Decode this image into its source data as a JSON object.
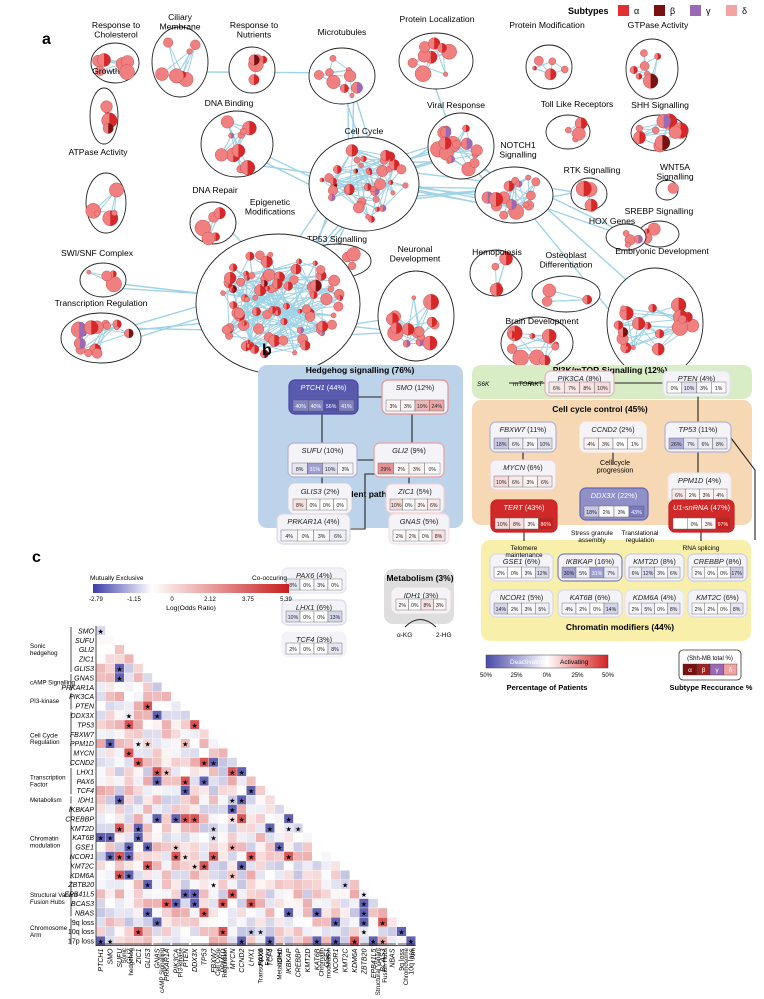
{
  "panel_letters": {
    "a": "a",
    "b": "b",
    "c": "c"
  },
  "subtypes_legend": {
    "title": "Subtypes",
    "items": [
      {
        "label": "α",
        "color": "#e03030"
      },
      {
        "label": "β",
        "color": "#7a1010"
      },
      {
        "label": "γ",
        "color": "#9b6ab5"
      },
      {
        "label": "δ",
        "color": "#f4a3a3"
      }
    ]
  },
  "colors": {
    "node_fill": "#f08080",
    "node_dark": "#d62828",
    "edge": "#9fd3e6",
    "cluster_stroke": "#222222",
    "deactivating": "#4a4aa8",
    "activating": "#d42424",
    "hedgehog_bg": "#bcd3ea",
    "pi3k_bg": "#d8ecc6",
    "cellcycle_bg": "#f6d9b4",
    "chromatin_bg": "#f7efaa",
    "metabolism_bg": "#dedede"
  },
  "network_clusters": [
    {
      "id": "response-to-cholesterol",
      "label": "Response to\nCholesterol"
    },
    {
      "id": "ciliary-membrane",
      "label": "Ciliary\nMembrane"
    },
    {
      "id": "response-to-nutrients",
      "label": "Response to\nNutrients"
    },
    {
      "id": "microtubules",
      "label": "Microtubules"
    },
    {
      "id": "protein-localization",
      "label": "Protein Localization"
    },
    {
      "id": "protein-modification",
      "label": "Protein Modification"
    },
    {
      "id": "gtpase-activity",
      "label": "GTPase Activity"
    },
    {
      "id": "growth",
      "label": "Growth"
    },
    {
      "id": "dna-binding",
      "label": "DNA Binding"
    },
    {
      "id": "viral-response",
      "label": "Viral Response"
    },
    {
      "id": "toll-like-receptors",
      "label": "Toll Like Receptors"
    },
    {
      "id": "cell-cycle",
      "label": "Cell Cycle"
    },
    {
      "id": "shh-signalling",
      "label": "SHH Signalling"
    },
    {
      "id": "notch1-signalling",
      "label": "NOTCH1\nSignalling"
    },
    {
      "id": "rtk-signalling",
      "label": "RTK Signalling"
    },
    {
      "id": "wnt5a-signalling",
      "label": "WNT5A\nSignalling"
    },
    {
      "id": "atpase-activity",
      "label": "ATPase Activity"
    },
    {
      "id": "dna-repair",
      "label": "DNA Repair"
    },
    {
      "id": "srebp-signalling",
      "label": "SREBP Signalling"
    },
    {
      "id": "tp53-signalling",
      "label": "TP53 Signalling"
    },
    {
      "id": "hox-genes",
      "label": "HOX Genes"
    },
    {
      "id": "epigenetic-modifications",
      "label": "Epigenetic\nModifications"
    },
    {
      "id": "swi-snf-complex",
      "label": "SWI/SNF Complex"
    },
    {
      "id": "hemopoiesis",
      "label": "Hemopoiesis"
    },
    {
      "id": "osteoblast-differentiation",
      "label": "Osteoblast\nDifferentiation"
    },
    {
      "id": "neuronal-development",
      "label": "Neuronal\nDevelopment"
    },
    {
      "id": "embryonic-development",
      "label": "Embryonic Development"
    },
    {
      "id": "transcription-regulation",
      "label": "Transcription Regulation"
    },
    {
      "id": "brain-development",
      "label": "Brain Development"
    }
  ],
  "pathway_groups": [
    {
      "id": "hedgehog",
      "title": "Hedgehog signalling (76%)"
    },
    {
      "id": "pi3k",
      "title": "PI3K/mTOR Signalling (12%)"
    },
    {
      "id": "cellcycle",
      "title": "Cell cycle control (45%)"
    },
    {
      "id": "camp",
      "title": "cAMP-dependent pathway (8%)"
    },
    {
      "id": "chromatin",
      "title": "Chromatin modifiers (44%)"
    },
    {
      "id": "metabolism",
      "title": "Metabolism (3%)"
    }
  ],
  "gene_boxes": [
    {
      "id": "ptch1",
      "gene": "PTCH1",
      "pct": "(44%)",
      "cells": [
        "40%",
        "40%",
        "56%",
        "41%"
      ],
      "strength": -0.9
    },
    {
      "id": "smo",
      "gene": "SMO",
      "pct": "(12%)",
      "cells": [
        "3%",
        "3%",
        "19%",
        "24%"
      ],
      "strength": 0.35
    },
    {
      "id": "sufu",
      "gene": "SUFU",
      "pct": "(10%)",
      "cells": [
        "8%",
        "31%",
        "10%",
        "3%"
      ],
      "strength": -0.3
    },
    {
      "id": "gli2",
      "gene": "GLI2",
      "pct": "(9%)",
      "cells": [
        "29%",
        "2%",
        "3%",
        "0%"
      ],
      "strength": 0.3
    },
    {
      "id": "glis3",
      "gene": "GLIS3",
      "pct": "(2%)",
      "cells": [
        "8%",
        "0%",
        "0%",
        "0%"
      ],
      "strength": 0.05
    },
    {
      "id": "zic1",
      "gene": "ZIC1",
      "pct": "(5%)",
      "cells": [
        "10%",
        "0%",
        "3%",
        "6%"
      ],
      "strength": 0.15
    },
    {
      "id": "prkar1a",
      "gene": "PRKAR1A",
      "pct": "(4%)",
      "cells": [
        "4%",
        "0%",
        "3%",
        "6%"
      ],
      "strength": -0.15
    },
    {
      "id": "gnas",
      "gene": "GNAS",
      "pct": "(5%)",
      "cells": [
        "2%",
        "2%",
        "0%",
        "8%"
      ],
      "strength": 0.1
    },
    {
      "id": "pik3ca",
      "gene": "PIK3CA",
      "pct": "(8%)",
      "cells": [
        "6%",
        "7%",
        "8%",
        "10%"
      ],
      "strength": 0.25
    },
    {
      "id": "pten",
      "gene": "PTEN",
      "pct": "(4%)",
      "cells": [
        "0%",
        "10%",
        "3%",
        "1%"
      ],
      "strength": -0.1
    },
    {
      "id": "fbxw7",
      "gene": "FBXW7",
      "pct": "(11%)",
      "cells": [
        "18%",
        "6%",
        "3%",
        "10%"
      ],
      "strength": -0.3
    },
    {
      "id": "ccnd2",
      "gene": "CCND2",
      "pct": "(2%)",
      "cells": [
        "4%",
        "3%",
        "0%",
        "1%"
      ],
      "strength": 0.05
    },
    {
      "id": "tp53",
      "gene": "TP53",
      "pct": "(11%)",
      "cells": [
        "26%",
        "7%",
        "6%",
        "8%"
      ],
      "strength": -0.3
    },
    {
      "id": "mycn",
      "gene": "MYCN",
      "pct": "(6%)",
      "cells": [
        "10%",
        "6%",
        "3%",
        "6%"
      ],
      "strength": 0.15
    },
    {
      "id": "ppm1d",
      "gene": "PPM1D",
      "pct": "(4%)",
      "cells": [
        "6%",
        "2%",
        "3%",
        "4%"
      ],
      "strength": 0.1
    },
    {
      "id": "ddx3x",
      "gene": "DDX3X",
      "pct": "(22%)",
      "cells": [
        "18%",
        "2%",
        "3%",
        "43%"
      ],
      "strength": -0.6
    },
    {
      "id": "tert",
      "gene": "TERT",
      "pct": "(43%)",
      "cells": [
        "10%",
        "8%",
        "3%",
        "86%"
      ],
      "strength": 0.95
    },
    {
      "id": "u1",
      "gene": "U1-snRNA",
      "pct": "(47%)",
      "cells": [
        "",
        "0%",
        "3%",
        "97%"
      ],
      "strength": 0.95
    },
    {
      "id": "pax6",
      "gene": "PAX6",
      "pct": "(4%)",
      "cells": [
        "8%",
        "0%",
        "3%",
        "0%"
      ],
      "strength": -0.1
    },
    {
      "id": "lhx1",
      "gene": "LHX1",
      "pct": "(6%)",
      "cells": [
        "10%",
        "0%",
        "0%",
        "13%"
      ],
      "strength": -0.15
    },
    {
      "id": "tcf4",
      "gene": "TCF4",
      "pct": "(3%)",
      "cells": [
        "2%",
        "0%",
        "0%",
        "8%"
      ],
      "strength": -0.05
    },
    {
      "id": "idh1",
      "gene": "IDH1",
      "pct": "(3%)",
      "cells": [
        "2%",
        "0%",
        "8%",
        "3%"
      ],
      "strength": 0.05
    },
    {
      "id": "gse1",
      "gene": "GSE1",
      "pct": "(6%)",
      "cells": [
        "2%",
        "0%",
        "3%",
        "12%"
      ],
      "strength": -0.15
    },
    {
      "id": "ikbkap",
      "gene": "IKBKAP",
      "pct": "(16%)",
      "cells": [
        "30%",
        "5%",
        "31%",
        "7%"
      ],
      "strength": -0.5
    },
    {
      "id": "kmt2d",
      "gene": "KMT2D",
      "pct": "(8%)",
      "cells": [
        "6%",
        "12%",
        "3%",
        "6%"
      ],
      "strength": -0.2
    },
    {
      "id": "crebbp",
      "gene": "CREBBP",
      "pct": "(8%)",
      "cells": [
        "2%",
        "0%",
        "0%",
        "17%"
      ],
      "strength": -0.2
    },
    {
      "id": "ncor1",
      "gene": "NCOR1",
      "pct": "(5%)",
      "cells": [
        "14%",
        "2%",
        "3%",
        "5%"
      ],
      "strength": -0.15
    },
    {
      "id": "kat6b",
      "gene": "KAT6B",
      "pct": "(6%)",
      "cells": [
        "4%",
        "2%",
        "0%",
        "14%"
      ],
      "strength": -0.15
    },
    {
      "id": "kdm6a",
      "gene": "KDM6A",
      "pct": "(4%)",
      "cells": [
        "2%",
        "5%",
        "0%",
        "8%"
      ],
      "strength": -0.1
    },
    {
      "id": "kmt2c",
      "gene": "KMT2C",
      "pct": "(6%)",
      "cells": [
        "2%",
        "2%",
        "0%",
        "8%"
      ],
      "strength": -0.15
    }
  ],
  "pathway_labels": {
    "s6k": "S6K",
    "mtor": "mTOR",
    "akt": "AKT",
    "cell_cycle_progression": "Cell cycle\nprogression",
    "telomere": "Telomere\nmaintenance",
    "stress_granule": "Stress granule\nassembly",
    "translational": "Translational\nregulation",
    "rna_splicing": "RNA splicing",
    "akg": "α-KG",
    "hg2": "2-HG"
  },
  "scale_legend": {
    "deactivating": "Deactivating",
    "activating": "Activating",
    "ticks": [
      "50%",
      "25%",
      "0%",
      "25%",
      "50%"
    ],
    "title": "Percentage of Patients"
  },
  "recurrence_legend": {
    "header": "Shh-MB total %",
    "cells": [
      "α",
      "β",
      "γ",
      "δ"
    ],
    "title": "Subtype Reccurance %"
  },
  "heatmap": {
    "colorbar": {
      "left_label": "Mutually Exclusive",
      "right_label": "Co-occuring",
      "ticks": [
        "-2.79",
        "-1.15",
        "0",
        "2.12",
        "3.75",
        "5.39"
      ],
      "title": "Log(Odds Ratio)"
    },
    "genes": [
      "SMO",
      "SUFU",
      "GLI2",
      "ZIC1",
      "GLIS3",
      "GNAS",
      "PRKAR1A",
      "PIK3CA",
      "PTEN",
      "DDX3X",
      "TP53",
      "FBXW7",
      "PPM1D",
      "MYCN",
      "CCND2",
      "LHX1",
      "PAX6",
      "TCF4",
      "IDH1",
      "IKBKAP",
      "CREBBP",
      "KMT2D",
      "KAT6B",
      "GSE1",
      "NCOR1",
      "KMT2C",
      "KDM6A",
      "ZBTB20",
      "EPB41L5",
      "BCAS3",
      "NBAS",
      "9q loss",
      "10q loss",
      "17p loss"
    ],
    "col_genes": [
      "PTCH1",
      "SMO",
      "SUFU",
      "GLI2",
      "ZIC1",
      "GLIS3",
      "GNAS",
      "PRKAR1A",
      "PIK3CA",
      "PTEN",
      "DDX3X",
      "TP53",
      "FBXW7",
      "PPM1D",
      "MYCN",
      "CCND2",
      "LHX1",
      "PAX6",
      "TCF4",
      "IDH1",
      "IKBKAP",
      "CREBBP",
      "KMT2D",
      "KAT6B",
      "GSE1",
      "NCOR1",
      "KMT2C",
      "KDM6A",
      "ZBTB20",
      "EPB41L5",
      "BCAS3",
      "NBAS",
      "9q loss",
      "10q loss"
    ],
    "row_groups": [
      {
        "label": "Sonic\nhedgehog",
        "start": 0,
        "end": 4
      },
      {
        "label": "cAMP Signalling",
        "start": 5,
        "end": 6
      },
      {
        "label": "PI3-kinase",
        "start": 7,
        "end": 8
      },
      {
        "label": "Cell Cycle\nRegulation",
        "start": 9,
        "end": 14
      },
      {
        "label": "Transcription\nFactor",
        "start": 15,
        "end": 17
      },
      {
        "label": "Metabolism",
        "start": 18,
        "end": 18
      },
      {
        "label": "Chromatin\nmodulation",
        "start": 19,
        "end": 26
      },
      {
        "label": "Structural Variant\nFusion Hubs",
        "start": 27,
        "end": 30
      },
      {
        "label": "Chromosome\nArm",
        "start": 31,
        "end": 33
      }
    ],
    "col_groups": [
      {
        "label": "Sonic\nhedgehog",
        "start": 0,
        "end": 5
      },
      {
        "label": "cAMP Signalling",
        "start": 6,
        "end": 7
      },
      {
        "label": "PI3-kinase",
        "start": 8,
        "end": 9
      },
      {
        "label": "Cell Cycle\nRegulation",
        "start": 10,
        "end": 15
      },
      {
        "label": "Transcription\nFactor",
        "start": 16,
        "end": 18
      },
      {
        "label": "Metabolism",
        "start": 19,
        "end": 19
      },
      {
        "label": "Chromatin\nmodulation",
        "start": 20,
        "end": 27
      },
      {
        "label": "Structural Variant\nFusion Hubs",
        "start": 28,
        "end": 31
      },
      {
        "label": "Chromosome\nArm",
        "start": 32,
        "end": 33
      }
    ]
  }
}
